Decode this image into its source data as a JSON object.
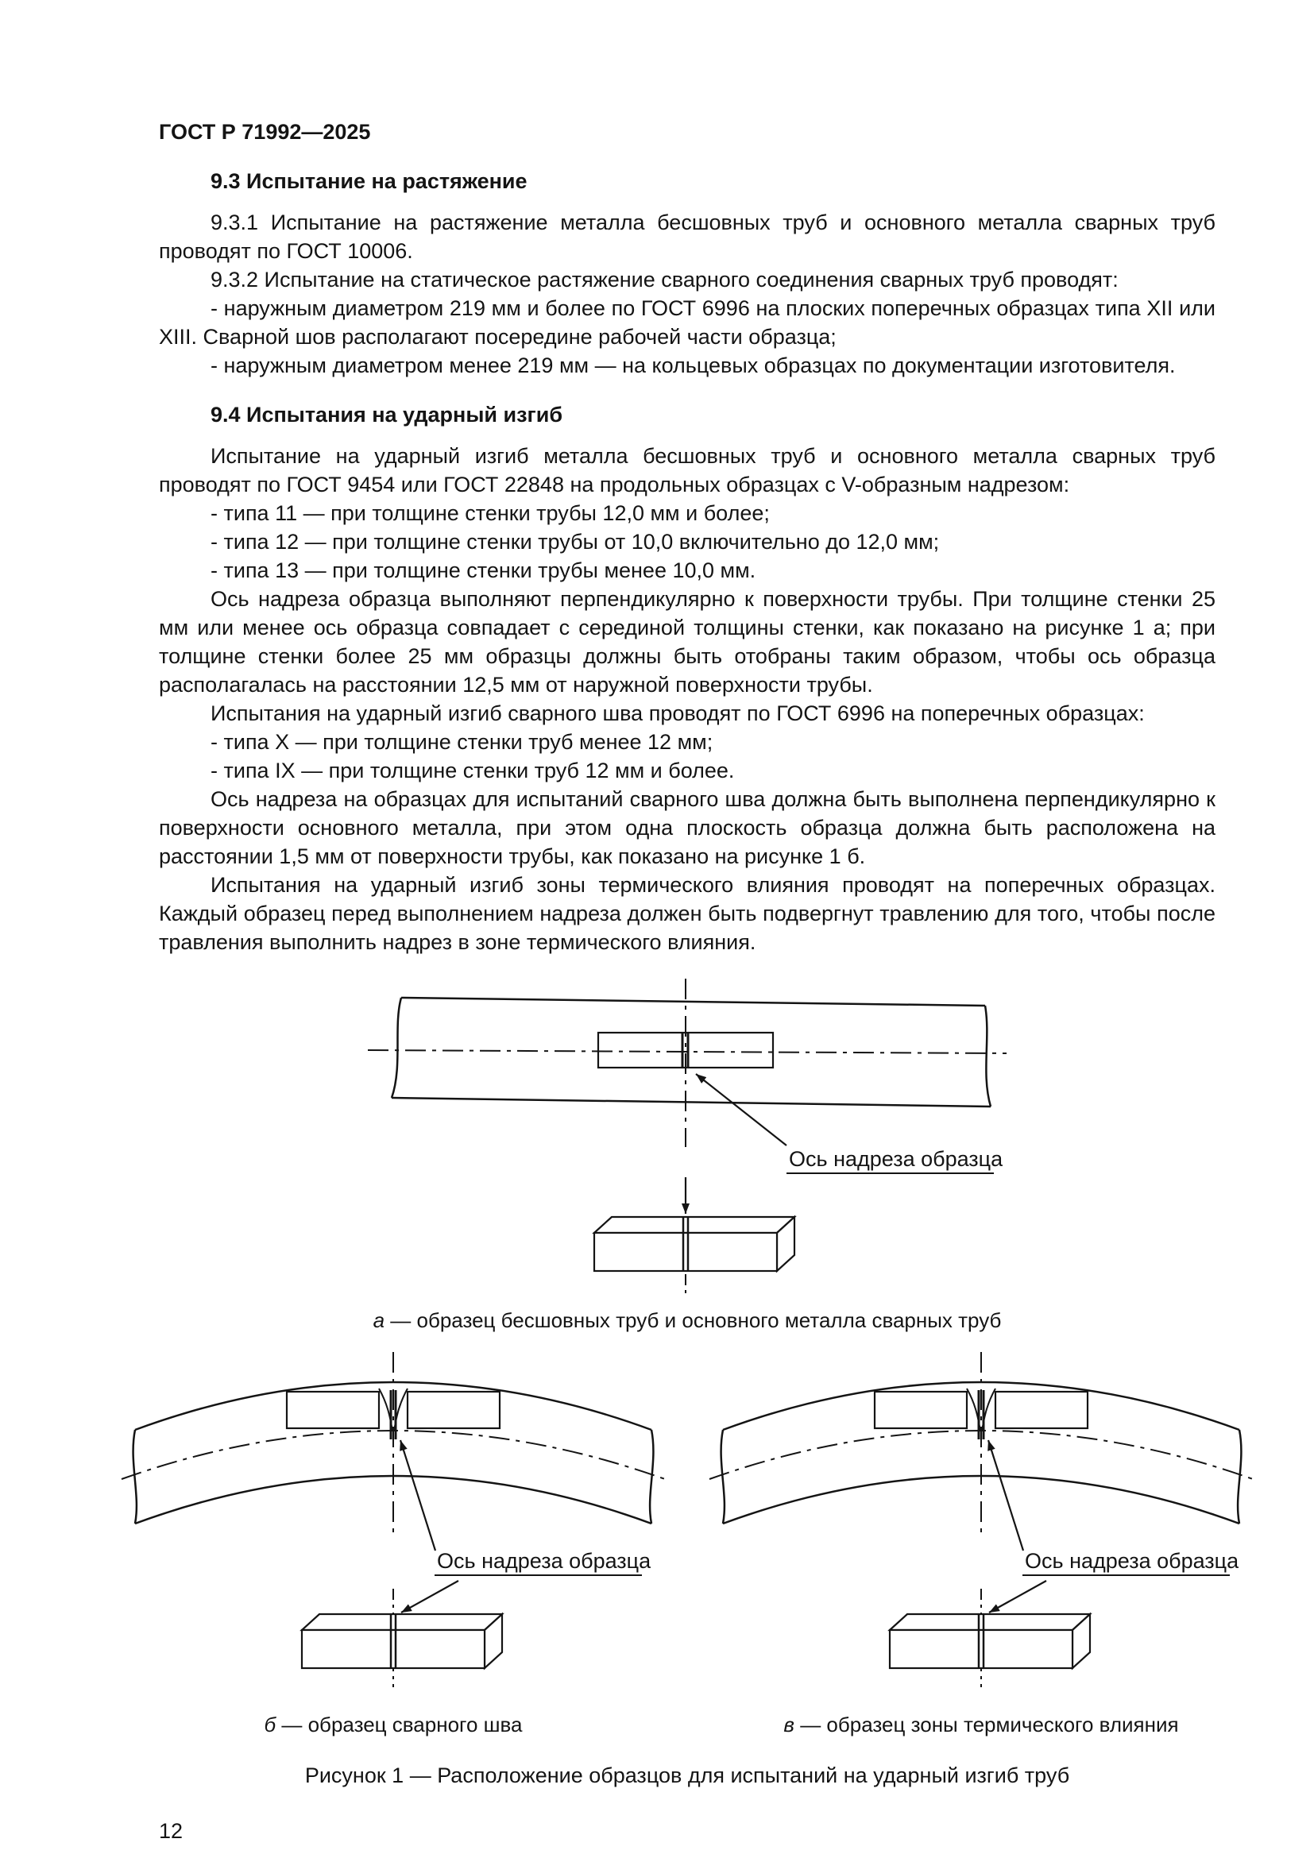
{
  "page": {
    "header": "ГОСТ Р 71992—2025",
    "number": "12"
  },
  "sections": [
    {
      "heading": "9.3 Испытание на растяжение",
      "paragraphs": [
        "9.3.1 Испытание на растяжение металла бесшовных труб и основного металла сварных труб проводят по ГОСТ 10006.",
        "9.3.2 Испытание на статическое растяжение сварного соединения сварных труб проводят:",
        "- наружным диаметром 219 мм и более по ГОСТ 6996 на плоских поперечных образцах типа XII или XIII. Сварной шов располагают посередине рабочей части образца;",
        "- наружным диаметром менее 219 мм — на кольцевых образцах по документации изготовителя."
      ]
    },
    {
      "heading": "9.4 Испытания на ударный изгиб",
      "paragraphs": [
        "Испытание на ударный изгиб металла бесшовных труб и основного металла сварных труб проводят по ГОСТ 9454 или ГОСТ 22848 на продольных образцах с V-образным надрезом:",
        "- типа 11 — при толщине стенки трубы 12,0 мм и более;",
        "- типа 12 — при толщине стенки трубы от 10,0 включительно до 12,0 мм;",
        "- типа 13 — при толщине стенки трубы менее 10,0 мм.",
        "Ось надреза образца выполняют перпендикулярно к поверхности трубы. При толщине стенки 25 мм или менее ось образца совпадает с серединой толщины стенки, как показано на рисунке 1 а; при толщине стенки более 25 мм образцы должны быть отобраны таким образом, чтобы ось образца располагалась на расстоянии 12,5 мм от наружной поверхности трубы.",
        "Испытания на ударный изгиб сварного шва проводят по ГОСТ 6996 на поперечных образцах:",
        "- типа X — при толщине стенки труб менее 12 мм;",
        "- типа IX — при толщине стенки труб 12 мм и более.",
        "Ось надреза на образцах для испытаний сварного шва должна быть выполнена перпендикулярно к поверхности основного металла, при этом одна плоскость образца должна быть расположена на расстоянии 1,5 мм от поверхности трубы, как показано на рисунке 1 б.",
        "Испытания на ударный изгиб зоны термического влияния проводят на поперечных образцах. Каждый образец перед выполнением надреза должен быть подвергнут травлению для того, чтобы после травления выполнить надрез в зоне термического влияния."
      ]
    }
  ],
  "figure": {
    "notch_label": "Ось надреза образца",
    "captions": {
      "a": {
        "letter": "а",
        "text": "— образец бесшовных труб и основного металла сварных труб"
      },
      "b": {
        "letter": "б",
        "text": "— образец сварного шва"
      },
      "v": {
        "letter": "в",
        "text": "— образец зоны термического влияния"
      }
    },
    "main_caption": "Рисунок 1 — Расположение образцов для испытаний на ударный изгиб труб"
  }
}
